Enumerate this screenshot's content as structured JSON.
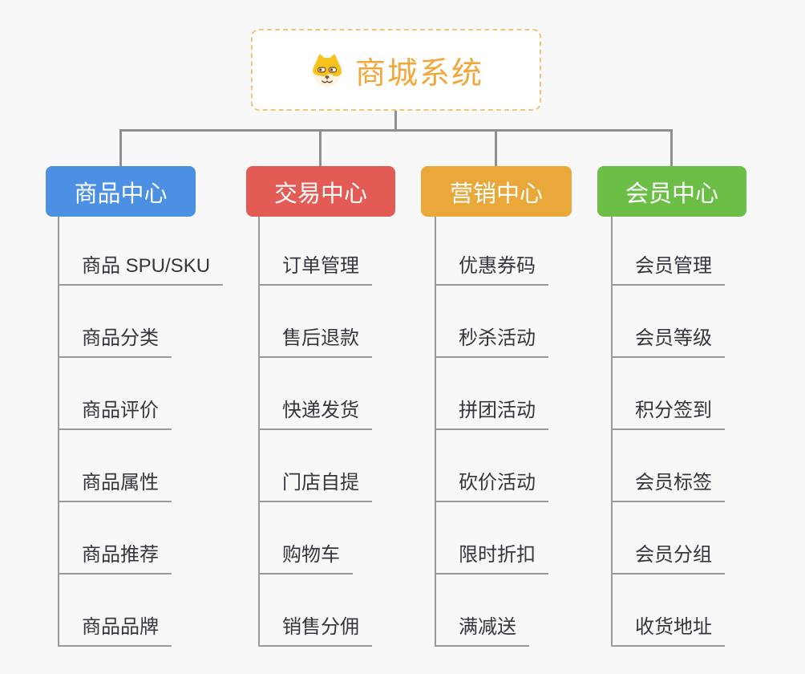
{
  "root": {
    "title": "商城系统",
    "icon": "shiba-dog-icon"
  },
  "colors": {
    "background": "#f8f8f8",
    "connector": "#8f8f8f",
    "underline": "#9a9a9a",
    "root_text": "#f2a73b",
    "root_border": "#f0c47a",
    "item_text": "#35353f",
    "branch_product": "#4b90e2",
    "branch_trade": "#e25b55",
    "branch_marketing": "#eba83a",
    "branch_member": "#6cbf46"
  },
  "branches": [
    {
      "label": "商品中心",
      "color": "#4b90e2",
      "items": [
        "商品 SPU/SKU",
        "商品分类",
        "商品评价",
        "商品属性",
        "商品推荐",
        "商品品牌"
      ]
    },
    {
      "label": "交易中心",
      "color": "#e25b55",
      "items": [
        "订单管理",
        "售后退款",
        "快递发货",
        "门店自提",
        "购物车",
        "销售分佣"
      ]
    },
    {
      "label": "营销中心",
      "color": "#eba83a",
      "items": [
        "优惠券码",
        "秒杀活动",
        "拼团活动",
        "砍价活动",
        "限时折扣",
        "满减送"
      ]
    },
    {
      "label": "会员中心",
      "color": "#6cbf46",
      "items": [
        "会员管理",
        "会员等级",
        "积分签到",
        "会员标签",
        "会员分组",
        "收货地址"
      ]
    }
  ]
}
